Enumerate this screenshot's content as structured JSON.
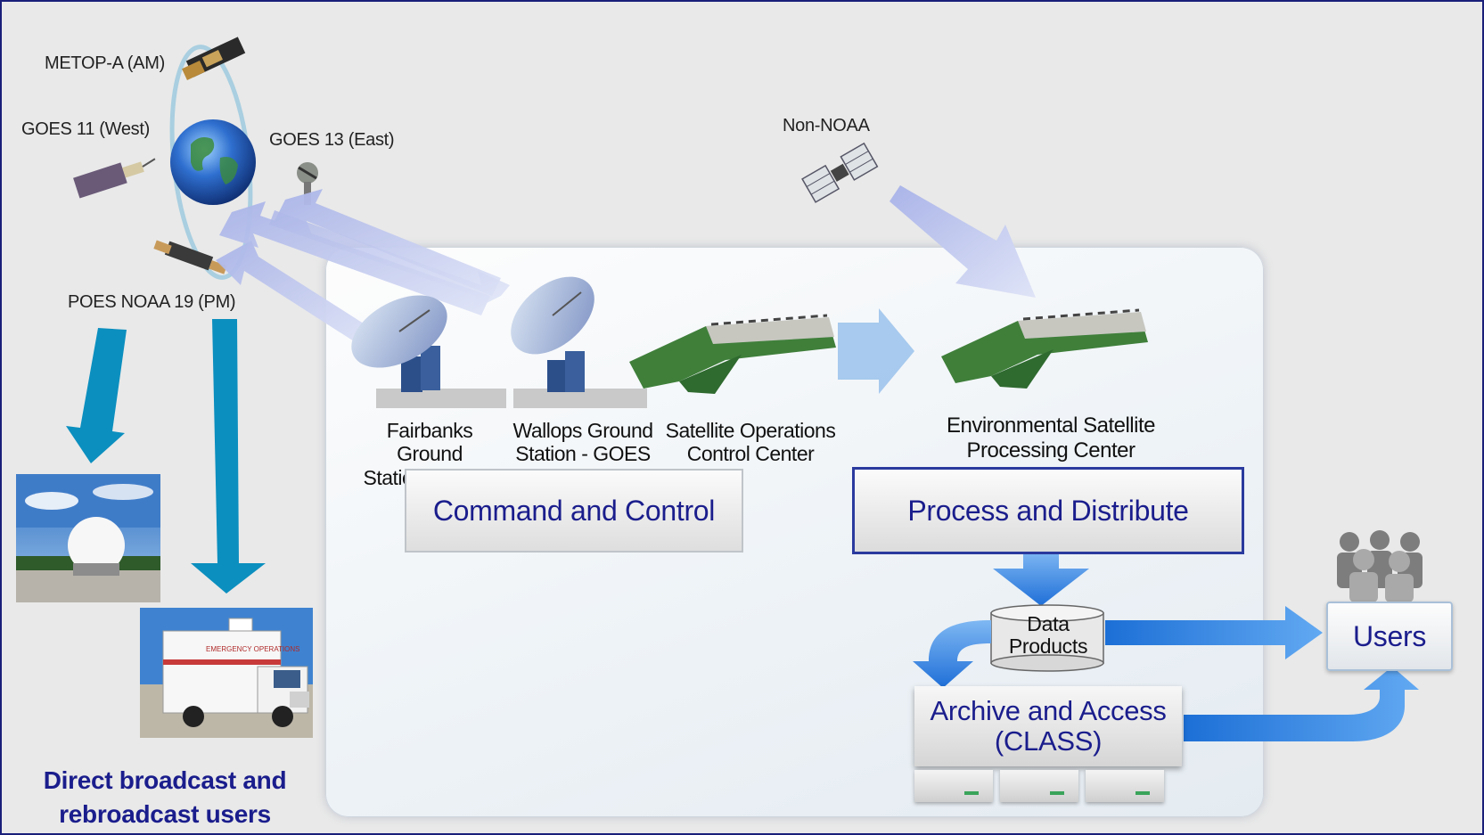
{
  "satellites": {
    "metop": "METOP-A (AM)",
    "goes_west": "GOES 11 (West)",
    "goes_east": "GOES 13 (East)",
    "poes": "POES NOAA 19 (PM)",
    "non_noaa": "Non-NOAA"
  },
  "stations": {
    "fairbanks": [
      "Fairbanks Ground",
      "Station - POES"
    ],
    "wallops": [
      "Wallops Ground",
      "Station - GOES"
    ],
    "soc": [
      "Satellite Operations",
      "Control Center"
    ],
    "espc": [
      "Environmental Satellite",
      "Processing Center"
    ]
  },
  "boxes": {
    "command_control": "Command and Control",
    "process_distribute": "Process and Distribute",
    "data_products": [
      "Data",
      "Products"
    ],
    "users": "Users",
    "archive": [
      "Archive and Access",
      "(CLASS)"
    ]
  },
  "direct_broadcast": [
    "Direct broadcast and",
    "rebroadcast users"
  ],
  "truck_signage": "EMERGENCY OPERATIONS",
  "colors": {
    "frame_border": "#1a1f7a",
    "box_text": "#1a1d8c",
    "teal_arrow": "#0b8fbf",
    "blue_arrow": "#3d8ee6",
    "light_arrow": "#b9c4ec"
  }
}
